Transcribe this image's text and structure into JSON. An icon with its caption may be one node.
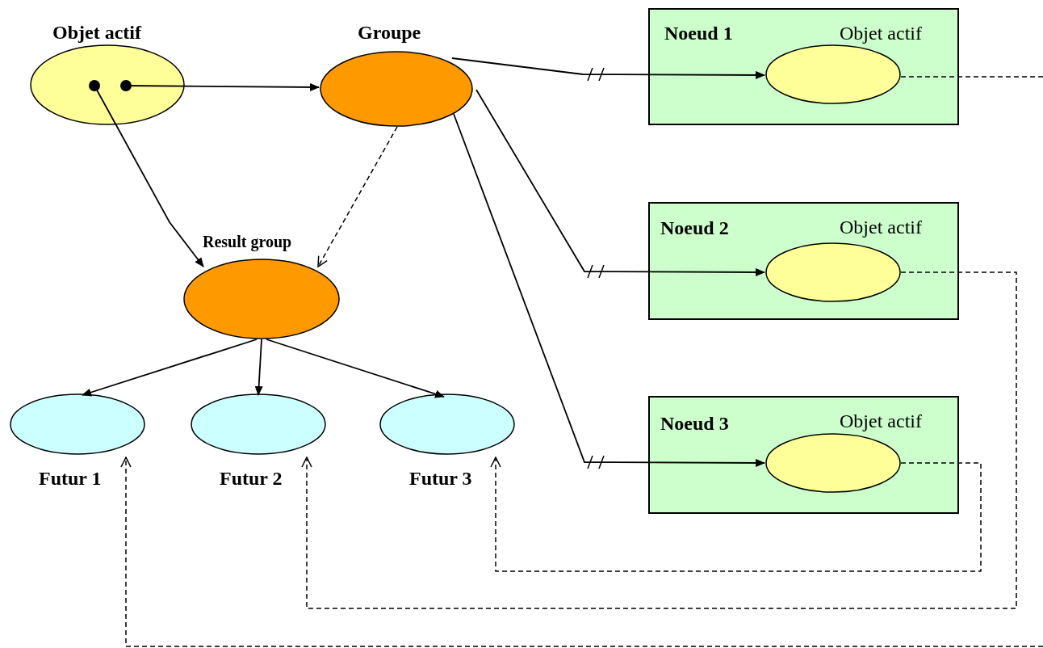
{
  "diagram": {
    "nodes": [
      {
        "text": [
          "Objet actif"
        ]
      },
      {
        "text": [
          "Groupe"
        ]
      },
      {
        "text": [
          "Noeud 1"
        ]
      },
      {
        "text": [
          "Objet actif"
        ],
        "in": 2
      },
      {
        "text": [
          "Noeud 2"
        ]
      },
      {
        "text": [
          "Objet actif"
        ],
        "in": 4
      },
      {
        "text": [
          "Result group"
        ]
      },
      {
        "text": [
          "Noeud 3"
        ]
      },
      {
        "text": [
          "Objet actif"
        ],
        "in": 7
      },
      {
        "text": [
          "Futur 1"
        ]
      },
      {
        "text": [
          "Futur 2"
        ]
      },
      {
        "text": [
          "Futur 3"
        ]
      }
    ],
    "edges": [
      {
        "from": 0,
        "to": 1,
        "arrow": "to"
      },
      {
        "from": 0,
        "to": 6,
        "arrow": "to"
      },
      {
        "from": 1,
        "to": 6,
        "arrow": "to",
        "style": "dashed"
      },
      {
        "from": 6,
        "to": 9,
        "arrow": "to"
      },
      {
        "from": 6,
        "to": 10,
        "arrow": "to"
      },
      {
        "from": 6,
        "to": 11,
        "arrow": "to"
      },
      {
        "from": 1,
        "to": 3,
        "arrow": "to"
      },
      {
        "from": 1,
        "to": 5,
        "arrow": "to"
      },
      {
        "from": 1,
        "to": 8,
        "arrow": "to"
      },
      {
        "from": 3,
        "to": null,
        "arrow": "none",
        "style": "dashed"
      },
      {
        "from": null,
        "to": 9,
        "arrow": "to",
        "style": "dashed"
      },
      {
        "from": 5,
        "to": 10,
        "arrow": "to",
        "style": "dashed"
      },
      {
        "from": 8,
        "to": 11,
        "arrow": "to",
        "style": "dashed"
      }
    ]
  }
}
